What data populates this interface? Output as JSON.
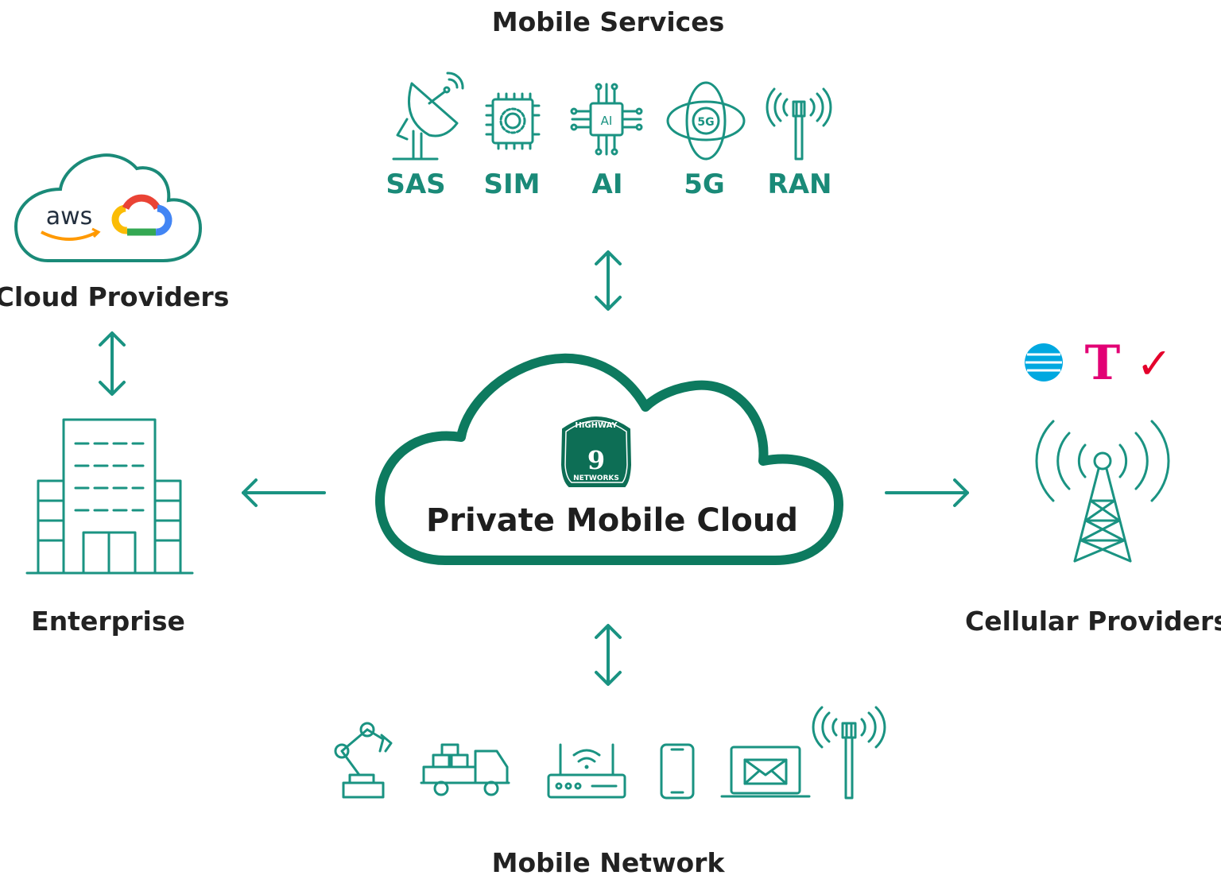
{
  "mobile_services": {
    "title": "Mobile Services",
    "items": [
      {
        "label": "SAS",
        "icon": "satellite-dish-icon"
      },
      {
        "label": "SIM",
        "icon": "sim-chip-icon"
      },
      {
        "label": "AI",
        "icon": "ai-chip-icon"
      },
      {
        "label": "5G",
        "icon": "5g-globe-icon"
      },
      {
        "label": "RAN",
        "icon": "radio-antenna-icon"
      }
    ],
    "ai_chip_text": "AI",
    "globe_text": "5G"
  },
  "cloud_providers": {
    "title": "Cloud Providers",
    "aws_text": "aws"
  },
  "enterprise": {
    "title": "Enterprise"
  },
  "center": {
    "title": "Private Mobile Cloud",
    "logo_top": "HIGHWAY",
    "logo_number": "9",
    "logo_bottom": "NETWORKS"
  },
  "cellular_providers": {
    "title": "Cellular Providers",
    "tmobile_text": "T",
    "verizon_text": "✓"
  },
  "mobile_network": {
    "title": "Mobile Network",
    "devices": [
      "robot-arm-icon",
      "truck-icon",
      "wifi-router-icon",
      "smartphone-icon",
      "laptop-mail-icon",
      "antenna-icon"
    ]
  },
  "colors": {
    "teal": "#1a9382",
    "cloud_stroke": "#0d7a5f",
    "tmobile": "#e20074",
    "verizon": "#e4002b",
    "att": "#00a8e0"
  }
}
